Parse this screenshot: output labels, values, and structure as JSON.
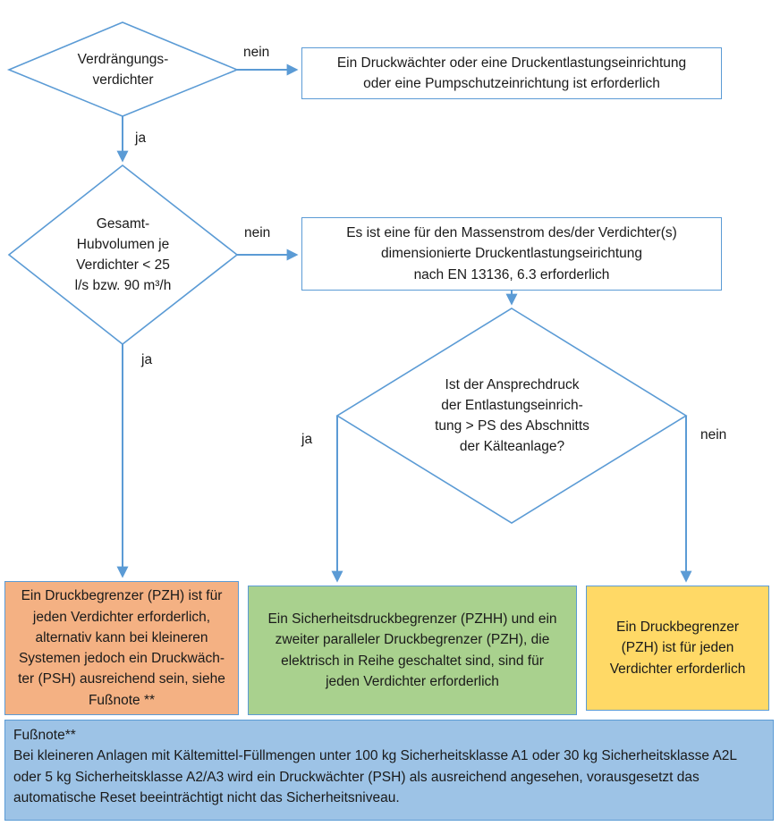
{
  "colors": {
    "line": "#5B9BD5",
    "box": "#FFFFFF",
    "orange": "#F4B183",
    "green": "#A9D18E",
    "yellow": "#FFD966",
    "footnote": "#9DC3E6",
    "text": "#1A1A1A"
  },
  "decisions": {
    "displacement_compressor": {
      "text": [
        "Verdrängungs-",
        "verdichter"
      ]
    },
    "swept_volume": {
      "text": [
        "Gesamt-",
        "Hubvolumen je",
        "Verdichter < 25",
        "l/s bzw. 90 m³/h"
      ]
    },
    "set_pressure": {
      "text": [
        "Ist der Ansprechdruck",
        "der Entlastungseinrich-",
        "tung > PS des Abschnitts",
        "der Kälteanlage?"
      ]
    }
  },
  "boxes": {
    "pressure_switch_required": {
      "text": [
        "Ein Druckwächter oder eine Druckentlastungseinrichtung",
        "oder eine Pumpschutzeinrichtung ist erforderlich"
      ]
    },
    "relief_device_required": {
      "text": [
        "Es ist eine für den Massenstrom des/der Verdichter(s)",
        "dimensionierte Druckentlastungseirichtung",
        "nach EN 13136, 6.3 erforderlich"
      ]
    },
    "pzh_or_psh": {
      "text": [
        "Ein Druckbegrenzer (PZH) ist für",
        "jeden Verdichter erforderlich,",
        "alternativ kann bei kleineren",
        "Systemen jedoch ein Druckwäch-",
        "ter (PSH) ausreichend sein, siehe",
        "Fußnote **"
      ]
    },
    "pzhh_and_pzh": {
      "text": [
        "Ein Sicherheitsdruckbegrenzer (PZHH) und ein",
        "zweiter paralleler Druckbegrenzer (PZH), die",
        "elektrisch in Reihe geschaltet sind, sind für",
        "jeden Verdichter erforderlich"
      ]
    },
    "pzh_required": {
      "text": [
        "Ein Druckbegrenzer",
        "(PZH) ist für jeden",
        "Verdichter erforderlich"
      ]
    }
  },
  "edge_labels": {
    "d1_nein": "nein",
    "d1_ja": "ja",
    "d2_nein": "nein",
    "d2_ja": "ja",
    "d3_ja": "ja",
    "d3_nein": "nein"
  },
  "footnote": {
    "title": "Fußnote**",
    "body": "Bei kleineren Anlagen mit Kältemittel-Füllmengen unter 100 kg  Sicherheitsklasse A1 oder 30 kg Sicherheitsklasse A2L oder 5 kg Sicherheitsklasse A2/A3 wird ein Druckwächter (PSH) als ausreichend angesehen, vorausgesetzt das automatische Reset beeinträchtigt nicht das Sicherheitsniveau."
  }
}
